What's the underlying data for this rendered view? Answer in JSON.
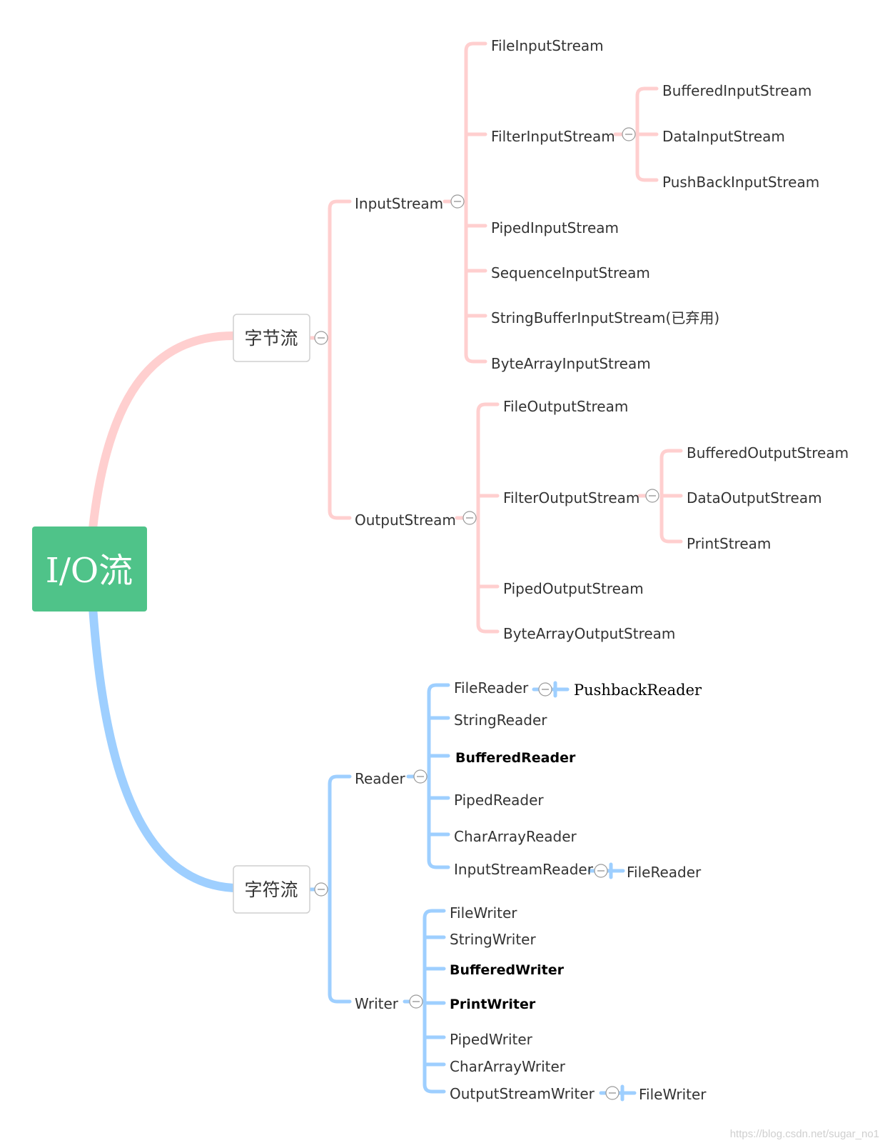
{
  "root": {
    "label": "I/O流",
    "color": "#4fc389"
  },
  "colors": {
    "byte_branch": "#ffcfcf",
    "char_branch": "#9ecfff"
  },
  "byte_stream": {
    "label": "字节流",
    "input": {
      "label": "InputStream",
      "children": [
        "FileInputStream",
        "FilterInputStream",
        "PipedInputStream",
        "SequenceInputStream",
        "StringBufferInputStream(已弃用)",
        "ByteArrayInputStream"
      ],
      "filter_children": [
        "BufferedInputStream",
        "DataInputStream",
        "PushBackInputStream"
      ]
    },
    "output": {
      "label": "OutputStream",
      "children": [
        "FileOutputStream",
        "FilterOutputStream",
        "PipedOutputStream",
        "ByteArrayOutputStream"
      ],
      "filter_children": [
        "BufferedOutputStream",
        "DataOutputStream",
        "PrintStream"
      ]
    }
  },
  "char_stream": {
    "label": "字符流",
    "reader": {
      "label": "Reader",
      "children": [
        "FileReader",
        "StringReader",
        "BufferedReader",
        "PipedReader",
        "CharArrayReader",
        "InputStreamReader"
      ],
      "file_reader_child": "PushbackReader",
      "isr_child": "FileReader"
    },
    "writer": {
      "label": "Writer",
      "children": [
        "FileWriter",
        "StringWriter",
        "BufferedWriter",
        "PrintWriter",
        "PipedWriter",
        "CharArrayWriter",
        "OutputStreamWriter"
      ],
      "osw_child": "FileWriter"
    }
  },
  "watermark": "https://blog.csdn.net/sugar_no1"
}
